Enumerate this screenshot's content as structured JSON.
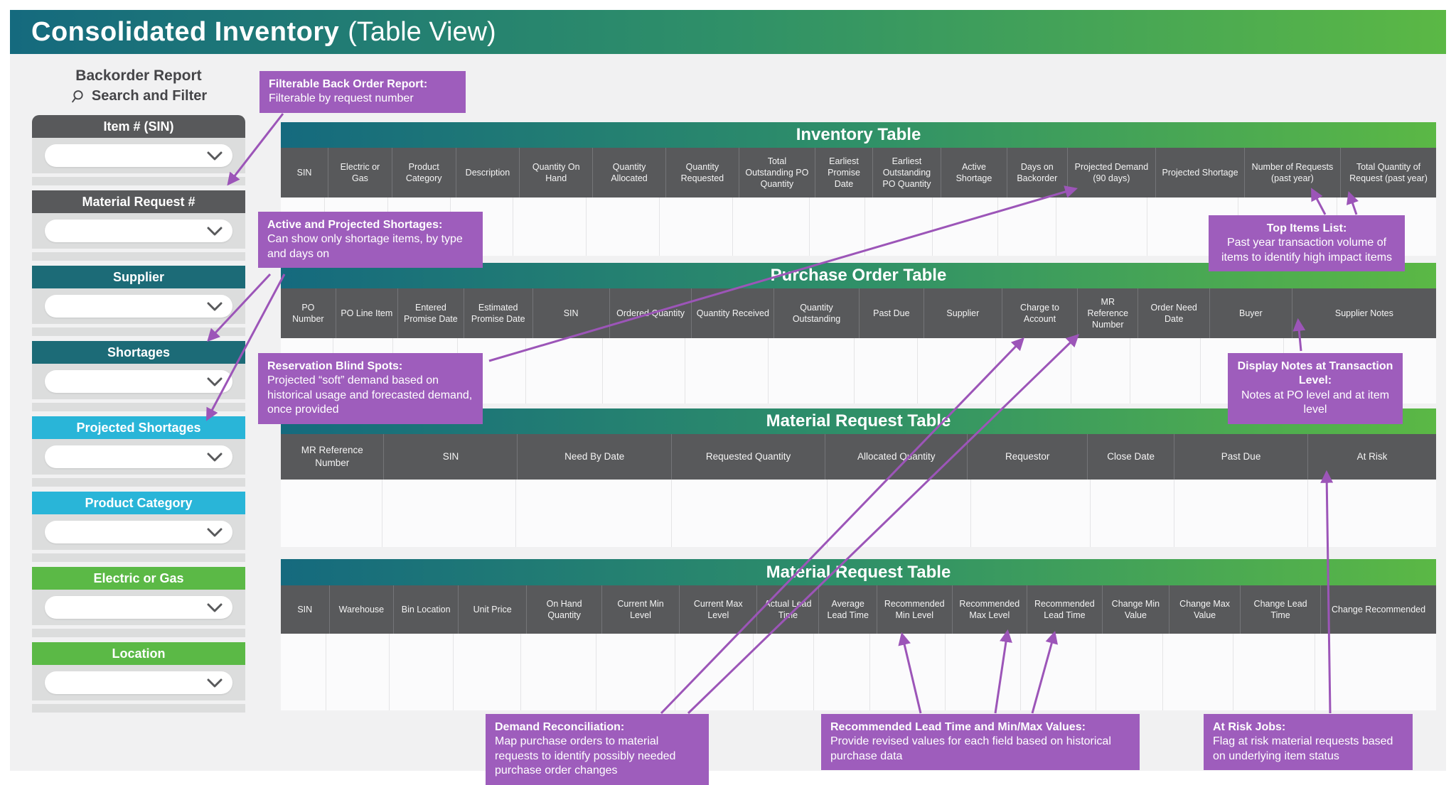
{
  "header": {
    "title": "Consolidated Inventory",
    "subtitle": "(Table View)"
  },
  "sidebar": {
    "report_title": "Backorder Report",
    "search_label": "Search and Filter",
    "filters": [
      {
        "label": "Item # (SIN)",
        "color": "#58595b"
      },
      {
        "label": "Material Request #",
        "color": "#58595b"
      },
      {
        "label": "Supplier",
        "color": "#1c6b77"
      },
      {
        "label": "Shortages",
        "color": "#1c6b77"
      },
      {
        "label": "Projected Shortages",
        "color": "#29b5d8"
      },
      {
        "label": "Product Category",
        "color": "#29b5d8"
      },
      {
        "label": "Electric or Gas",
        "color": "#5bb946"
      },
      {
        "label": "Location",
        "color": "#5bb946"
      }
    ]
  },
  "tables": [
    {
      "title": "Inventory Table",
      "columns": [
        "SIN",
        "Electric or Gas",
        "Product Category",
        "Description",
        "Quantity On Hand",
        "Quantity Allocated",
        "Quantity Requested",
        "Total Outstanding PO Quantity",
        "Earliest Promise Date",
        "Earliest Outstanding PO Quantity",
        "Active Shortage",
        "Days on Backorder",
        "Projected Demand (90 days)",
        "Projected Shortage",
        "Number of Requests (past year)",
        "Total Quantity of Request (past year)"
      ]
    },
    {
      "title": "Purchase Order Table",
      "columns": [
        "PO Number",
        "PO Line Item",
        "Entered Promise Date",
        "Estimated Promise Date",
        "SIN",
        "Ordered Quantity",
        "Quantity Received",
        "Quantity Outstanding",
        "Past Due",
        "Supplier",
        "Charge to Account",
        "MR Reference Number",
        "Order Need Date",
        "Buyer",
        "Supplier Notes"
      ]
    },
    {
      "title": "Material Request Table",
      "columns": [
        "MR Reference Number",
        "SIN",
        "Need By Date",
        "Requested Quantity",
        "Allocated Quantity",
        "Requestor",
        "Close Date",
        "Past Due",
        "At Risk"
      ]
    },
    {
      "title": "Material Request Table",
      "columns": [
        "SIN",
        "Warehouse",
        "Bin Location",
        "Unit Price",
        "On Hand Quantity",
        "Current Min Level",
        "Current Max Level",
        "Actual Lead Time",
        "Average Lead Time",
        "Recommended Min Level",
        "Recommended Max Level",
        "Recommended Lead Time",
        "Change Min Value",
        "Change Max Value",
        "Change Lead Time",
        "Change Recommended"
      ]
    }
  ],
  "callouts": [
    {
      "title": "Filterable Back Order Report:",
      "body": "Filterable by request number"
    },
    {
      "title": "Active and Projected Shortages:",
      "body": "Can show only shortage items, by type and days on"
    },
    {
      "title": "Reservation Blind Spots:",
      "body": "Projected “soft” demand based on historical usage and forecasted demand, once provided"
    },
    {
      "title": "Top Items List:",
      "body": "Past year transaction volume of items to identify high impact items"
    },
    {
      "title": "Display Notes at Transaction Level:",
      "body": "Notes at PO level and at item level"
    },
    {
      "title": "Demand Reconciliation:",
      "body": "Map purchase orders to material requests to identify possibly needed purchase order changes"
    },
    {
      "title": "Recommended Lead Time and Min/Max Values:",
      "body": "Provide revised values for each field based on historical purchase data"
    },
    {
      "title": "At Risk Jobs:",
      "body": "Flag at risk material requests based on underlying item status"
    }
  ],
  "colors": {
    "gradient_start": "#156a7e",
    "gradient_end": "#5bb845",
    "header_gray": "#58595b",
    "filter_body_gray": "#dcdddd",
    "callout_purple": "#9e5dbc",
    "arrow_purple": "#9c55b8",
    "page_background": "#f1f1f2"
  }
}
